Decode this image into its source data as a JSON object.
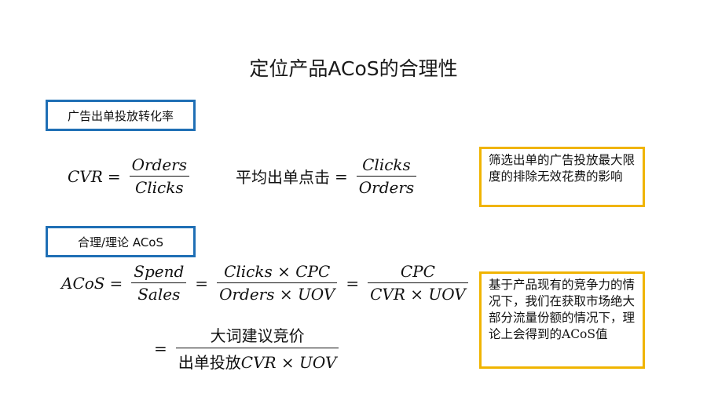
{
  "title": "定位产品ACoS的合理性",
  "section1": {
    "label": "广告出单投放转化率"
  },
  "formula_cvr": {
    "lhs": "CVR",
    "eq": "=",
    "num": "Orders",
    "den": "Clicks"
  },
  "formula_avg": {
    "lhs": "平均出单点击",
    "eq": "=",
    "num": "Clicks",
    "den": "Orders"
  },
  "note1": {
    "text": "筛选出单的广告投放最大限度的排除无效花费的影响"
  },
  "section2": {
    "label": "合理/理论 ACoS"
  },
  "formula_acos": {
    "lhs": "ACoS",
    "eq1": "=",
    "f1_num": "Spend",
    "f1_den": "Sales",
    "eq2": "=",
    "f2_num": "Clicks × CPC",
    "f2_den": "Orders × UOV",
    "eq3": "=",
    "f3_num": "CPC",
    "f3_den": "CVR × UOV"
  },
  "formula_acos2": {
    "eq": "=",
    "num": "大词建议竞价",
    "den_prefix": "出单投放",
    "den_suffix": "CVR × UOV"
  },
  "note2": {
    "text": "基于产品现有的竞争力的情况下，我们在获取市场绝大部分流量份额的情况下，理论上会得到的ACoS值"
  }
}
